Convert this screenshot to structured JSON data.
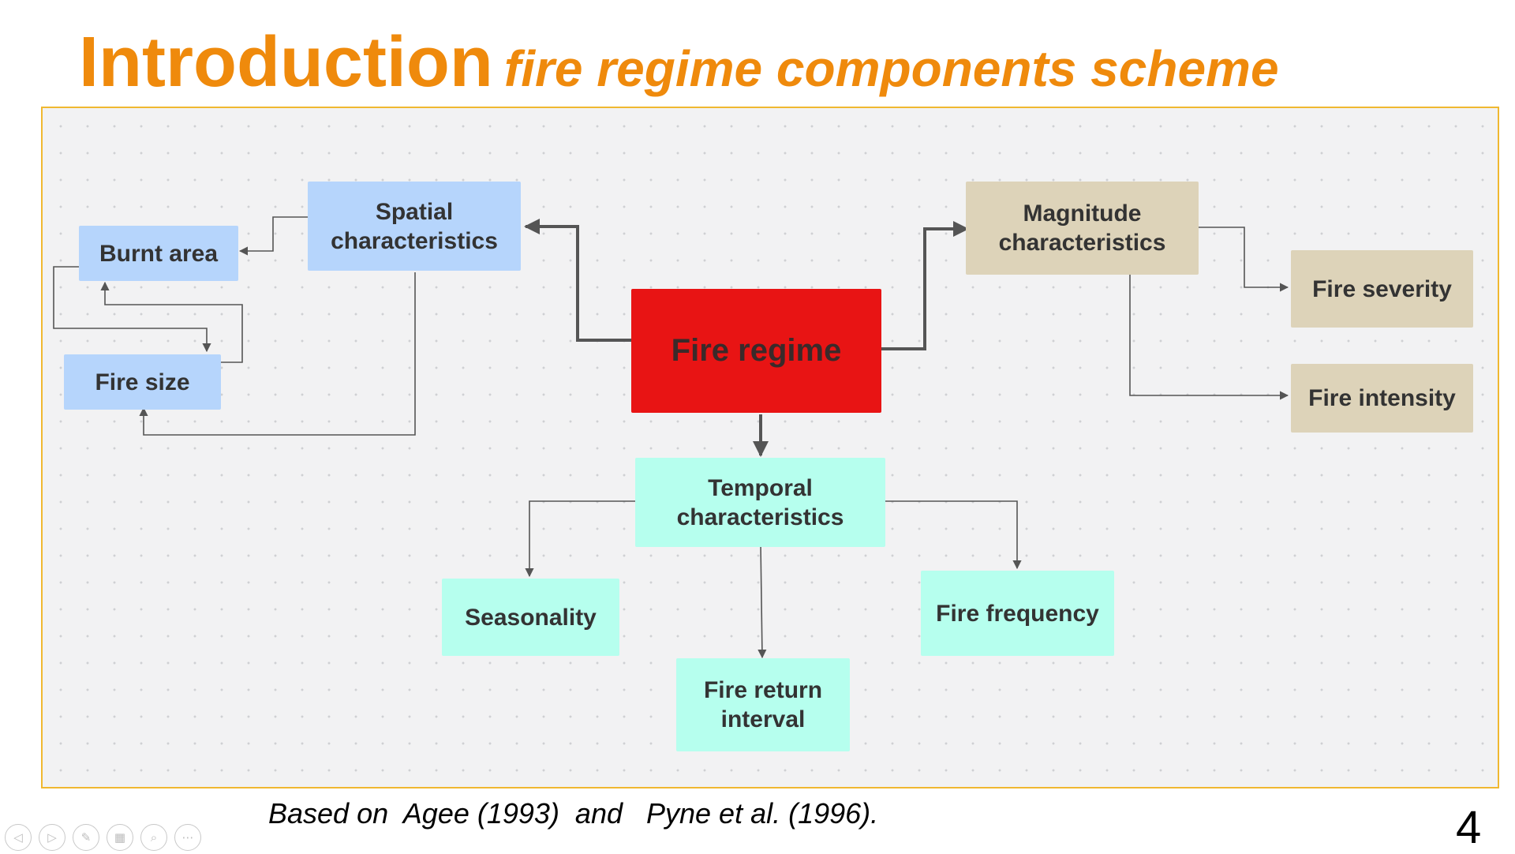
{
  "title": {
    "main": "Introduction",
    "sub": "fire regime components scheme"
  },
  "diagram": {
    "nodes": {
      "fire_regime": "Fire regime",
      "spatial": "Spatial characteristics",
      "magnitude": "Magnitude characteristics",
      "temporal": "Temporal characteristics",
      "burnt_area": "Burnt area",
      "fire_size": "Fire size",
      "fire_severity": "Fire severity",
      "fire_intensity": "Fire intensity",
      "seasonality": "Seasonality",
      "fire_frequency": "Fire frequency",
      "fire_return_interval": "Fire return interval"
    },
    "edges": [
      {
        "from": "fire_regime",
        "to": "spatial"
      },
      {
        "from": "fire_regime",
        "to": "magnitude"
      },
      {
        "from": "fire_regime",
        "to": "temporal"
      },
      {
        "from": "spatial",
        "to": "burnt_area"
      },
      {
        "from": "spatial",
        "to": "fire_size"
      },
      {
        "from": "burnt_area",
        "to": "fire_size"
      },
      {
        "from": "fire_size",
        "to": "burnt_area"
      },
      {
        "from": "magnitude",
        "to": "fire_severity"
      },
      {
        "from": "magnitude",
        "to": "fire_intensity"
      },
      {
        "from": "temporal",
        "to": "seasonality"
      },
      {
        "from": "temporal",
        "to": "fire_return_interval"
      },
      {
        "from": "temporal",
        "to": "fire_frequency"
      }
    ],
    "colors": {
      "core": "#e81414",
      "spatial": "#b6d5fc",
      "magnitude": "#ddd3b9",
      "temporal": "#b6ffee",
      "title": "#ef8a0c",
      "frame_border": "#f0b830"
    }
  },
  "footer": {
    "citation": "Based on  Agee (1993)  and   Pyne et al. (1996).",
    "page_number": "4"
  },
  "navigation": [
    {
      "icon": "previous-slide-icon",
      "glyph": "◁"
    },
    {
      "icon": "next-slide-icon",
      "glyph": "▷"
    },
    {
      "icon": "pen-icon",
      "glyph": "✎"
    },
    {
      "icon": "slides-grid-icon",
      "glyph": "▦"
    },
    {
      "icon": "zoom-icon",
      "glyph": "⌕"
    },
    {
      "icon": "more-options-icon",
      "glyph": "⋯"
    }
  ]
}
